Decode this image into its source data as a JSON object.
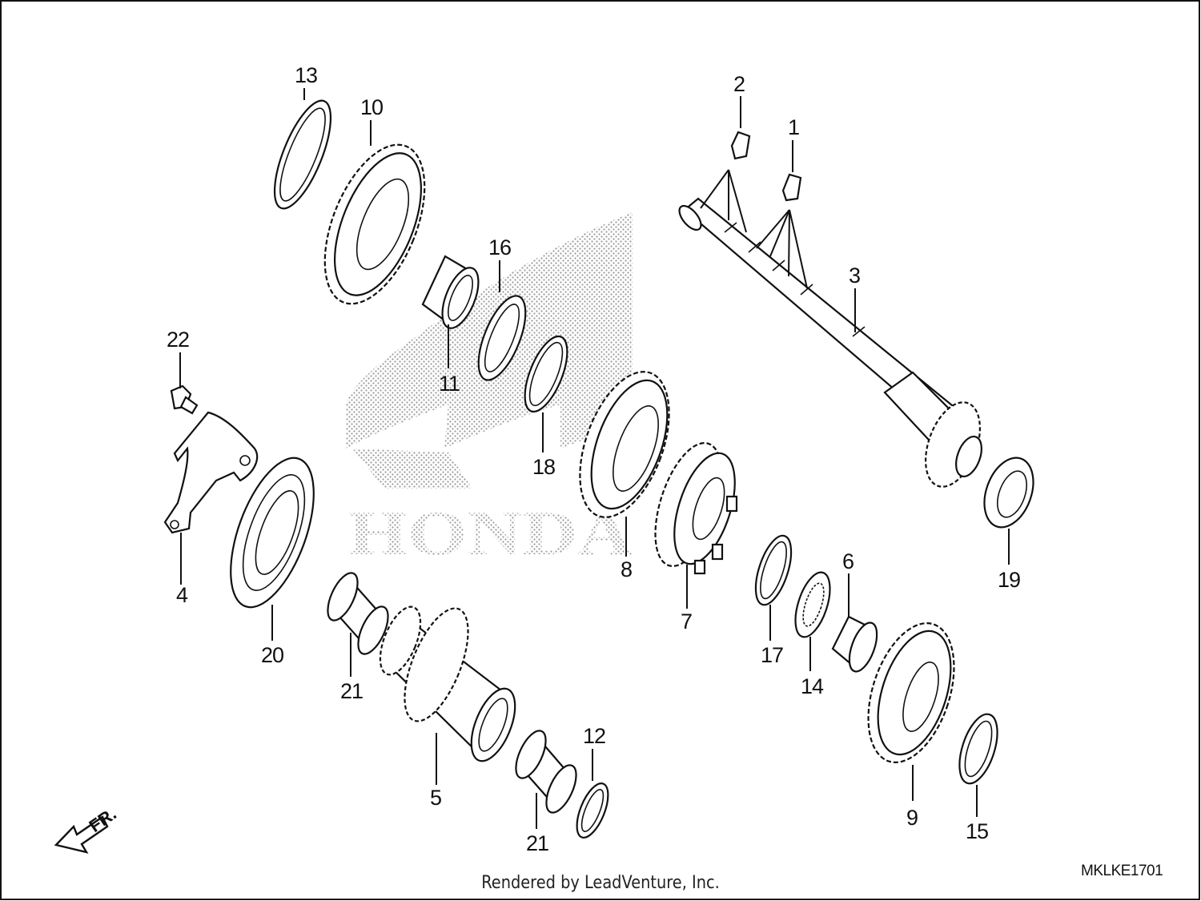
{
  "diagram": {
    "brand_watermark": "HONDA",
    "drawing_code": "MKLKE1701",
    "direction_marker": "FR.",
    "footer_credit": "Rendered by LeadVenture, Inc.",
    "callouts": [
      "1",
      "2",
      "3",
      "4",
      "5",
      "6",
      "7",
      "8",
      "9",
      "10",
      "11",
      "12",
      "13",
      "14",
      "15",
      "16",
      "17",
      "18",
      "19",
      "20",
      "21",
      "21",
      "22"
    ]
  }
}
